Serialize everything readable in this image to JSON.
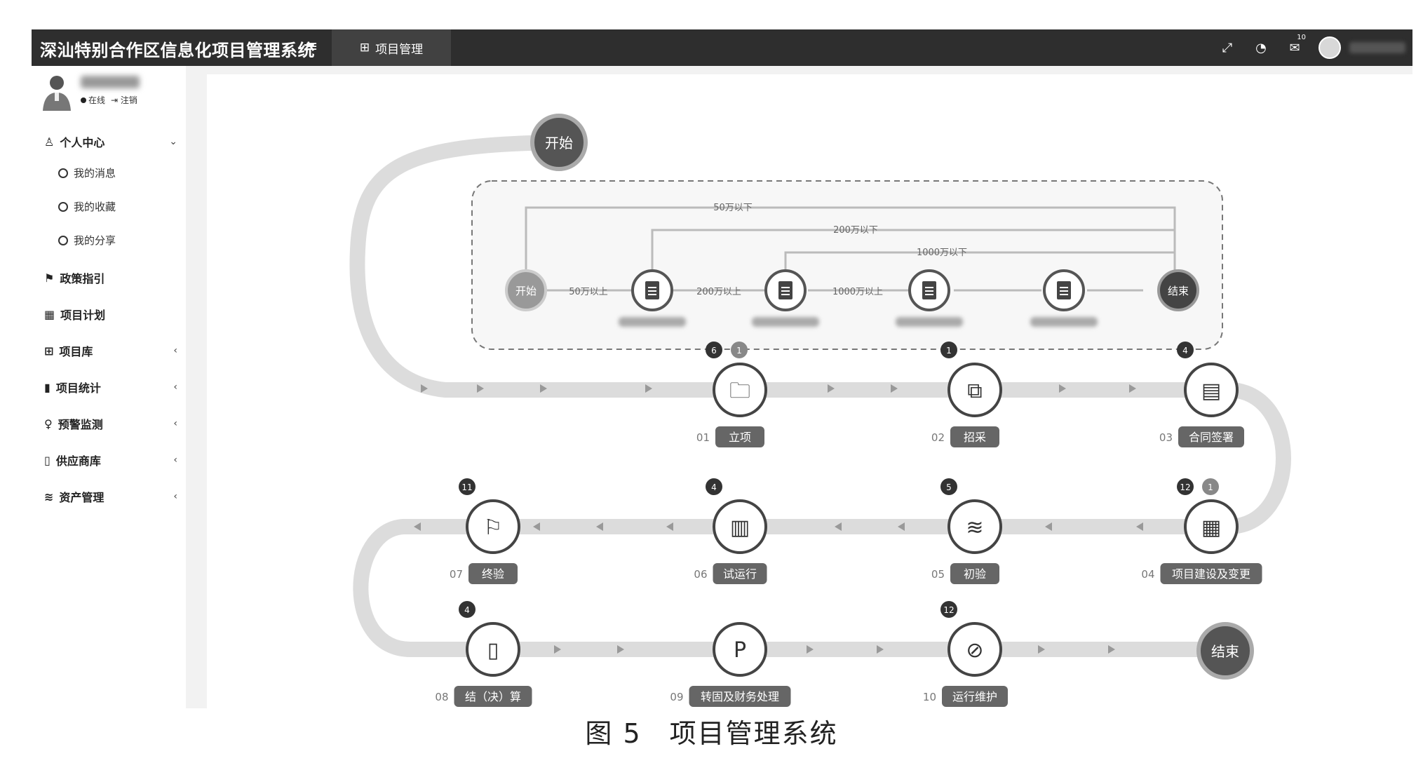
{
  "app": {
    "title": "深汕特别合作区信息化项目管理系统",
    "active_tab": "项目管理",
    "menu_toggle_icon": "menu-icon",
    "notification_count": "10"
  },
  "user": {
    "status_online": "在线",
    "logout": "注销"
  },
  "sidebar": {
    "items": [
      {
        "label": "个人中心",
        "icon": "user-icon",
        "caret": "⌄"
      },
      {
        "label": "我的消息"
      },
      {
        "label": "我的收藏"
      },
      {
        "label": "我的分享"
      },
      {
        "label": "政策指引",
        "icon": "signpost-icon"
      },
      {
        "label": "项目计划",
        "icon": "calendar-icon"
      },
      {
        "label": "项目库",
        "icon": "grid-icon",
        "caret": "‹"
      },
      {
        "label": "项目统计",
        "icon": "bar-chart-icon",
        "caret": "‹"
      },
      {
        "label": "预警监测",
        "icon": "bulb-icon",
        "caret": "‹"
      },
      {
        "label": "供应商库",
        "icon": "book-icon",
        "caret": "‹"
      },
      {
        "label": "资产管理",
        "icon": "layers-icon",
        "caret": "‹"
      }
    ]
  },
  "flow": {
    "start": "开始",
    "end": "结束",
    "procurement": {
      "start": "开始",
      "end": "结束",
      "step_labels": [
        "50万以上",
        "200万以上",
        "1000万以上"
      ],
      "bypass_labels": [
        "50万以下",
        "200万以下",
        "1000万以下"
      ]
    },
    "steps": [
      {
        "num": "01",
        "label": "立项",
        "icon": "folder-icon",
        "badges": [
          "6",
          "1"
        ]
      },
      {
        "num": "02",
        "label": "招采",
        "icon": "files-icon",
        "badges": [
          "1"
        ]
      },
      {
        "num": "03",
        "label": "合同签署",
        "icon": "book-open-icon",
        "badges": [
          "4"
        ]
      },
      {
        "num": "04",
        "label": "项目建设及变更",
        "icon": "calendar-icon",
        "badges": [
          "12",
          "1"
        ]
      },
      {
        "num": "05",
        "label": "初验",
        "icon": "spotify-icon",
        "badges": [
          "5"
        ]
      },
      {
        "num": "06",
        "label": "试运行",
        "icon": "film-icon",
        "badges": [
          "4"
        ]
      },
      {
        "num": "07",
        "label": "终验",
        "icon": "flag-icon",
        "badges": [
          "11"
        ]
      },
      {
        "num": "08",
        "label": "结（决）算",
        "icon": "map-icon",
        "badges": [
          "4"
        ]
      },
      {
        "num": "09",
        "label": "转固及财务处理",
        "icon": "paypal-icon",
        "badges": []
      },
      {
        "num": "10",
        "label": "运行维护",
        "icon": "compass-icon",
        "badges": [
          "12"
        ]
      }
    ]
  },
  "caption": "图 5　项目管理系统"
}
